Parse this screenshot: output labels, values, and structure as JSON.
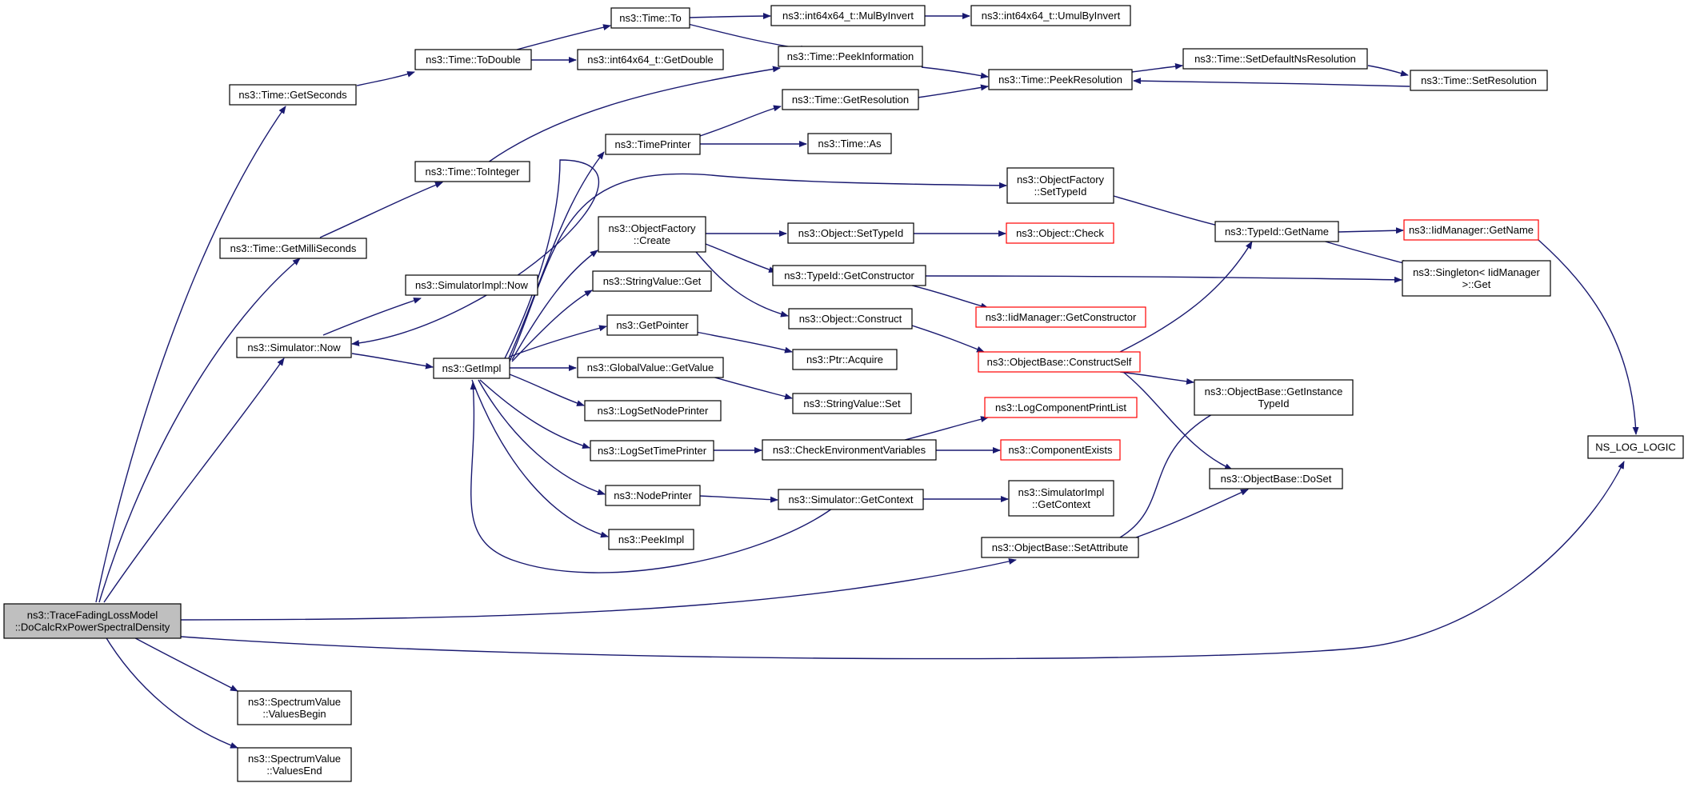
{
  "nodes": {
    "root": [
      "ns3::TraceFadingLossModel",
      "::DoCalcRxPowerSpectralDensity"
    ],
    "getSeconds": [
      "ns3::Time::GetSeconds"
    ],
    "getMilliSeconds": [
      "ns3::Time::GetMilliSeconds"
    ],
    "simNow": [
      "ns3::Simulator::Now"
    ],
    "valuesBegin": [
      "ns3::SpectrumValue",
      "::ValuesBegin"
    ],
    "valuesEnd": [
      "ns3::SpectrumValue",
      "::ValuesEnd"
    ],
    "toDouble": [
      "ns3::Time::ToDouble"
    ],
    "toInteger": [
      "ns3::Time::ToInteger"
    ],
    "simImplNow": [
      "ns3::SimulatorImpl::Now"
    ],
    "getImpl": [
      "ns3::GetImpl"
    ],
    "timeTo": [
      "ns3::Time::To"
    ],
    "getDouble": [
      "ns3::int64x64_t::GetDouble"
    ],
    "timePrinter": [
      "ns3::TimePrinter"
    ],
    "ofCreate": [
      "ns3::ObjectFactory",
      "::Create"
    ],
    "strGet": [
      "ns3::StringValue::Get"
    ],
    "getPointer": [
      "ns3::GetPointer"
    ],
    "gvGetValue": [
      "ns3::GlobalValue::GetValue"
    ],
    "logSetNode": [
      "ns3::LogSetNodePrinter"
    ],
    "logSetTime": [
      "ns3::LogSetTimePrinter"
    ],
    "nodePrinter": [
      "ns3::NodePrinter"
    ],
    "peekImpl": [
      "ns3::PeekImpl"
    ],
    "mulByInvert": [
      "ns3::int64x64_t::MulByInvert"
    ],
    "peekInfo": [
      "ns3::Time::PeekInformation"
    ],
    "getResolution": [
      "ns3::Time::GetResolution"
    ],
    "timeAs": [
      "ns3::Time::As"
    ],
    "objSetTypeId": [
      "ns3::Object::SetTypeId"
    ],
    "getConstructor": [
      "ns3::TypeId::GetConstructor"
    ],
    "objConstruct": [
      "ns3::Object::Construct"
    ],
    "ptrAcquire": [
      "ns3::Ptr::Acquire"
    ],
    "strSet": [
      "ns3::StringValue::Set"
    ],
    "checkEnv": [
      "ns3::CheckEnvironmentVariables"
    ],
    "simGetContext": [
      "ns3::Simulator::GetContext"
    ],
    "umulByInvert": [
      "ns3::int64x64_t::UmulByInvert"
    ],
    "peekResolution": [
      "ns3::Time::PeekResolution"
    ],
    "ofSetTypeId": [
      "ns3::ObjectFactory",
      "::SetTypeId"
    ],
    "objCheck": [
      "ns3::Object::Check"
    ],
    "iidGetConstructor": [
      "ns3::IidManager::GetConstructor"
    ],
    "constructSelf": [
      "ns3::ObjectBase::ConstructSelf"
    ],
    "logCompPrint": [
      "ns3::LogComponentPrintList"
    ],
    "compExists": [
      "ns3::ComponentExists"
    ],
    "simImplGetContext": [
      "ns3::SimulatorImpl",
      "::GetContext"
    ],
    "setAttribute": [
      "ns3::ObjectBase::SetAttribute"
    ],
    "setDefaultNs": [
      "ns3::Time::SetDefaultNsResolution"
    ],
    "typeIdGetName": [
      "ns3::TypeId::GetName"
    ],
    "getInstanceTypeId": [
      "ns3::ObjectBase::GetInstance",
      "TypeId"
    ],
    "doSet": [
      "ns3::ObjectBase::DoSet"
    ],
    "setResolution": [
      "ns3::Time::SetResolution"
    ],
    "iidGetName": [
      "ns3::IidManager::GetName"
    ],
    "singletonGet": [
      "ns3::Singleton< IidManager",
      ">::Get"
    ],
    "nsLogLogic": [
      "NS_LOG_LOGIC"
    ]
  },
  "colors": {
    "edge": "#191970",
    "node_border": "#000000",
    "node_border_highlight": "#ff0000",
    "root_fill": "#bfbfbf"
  }
}
